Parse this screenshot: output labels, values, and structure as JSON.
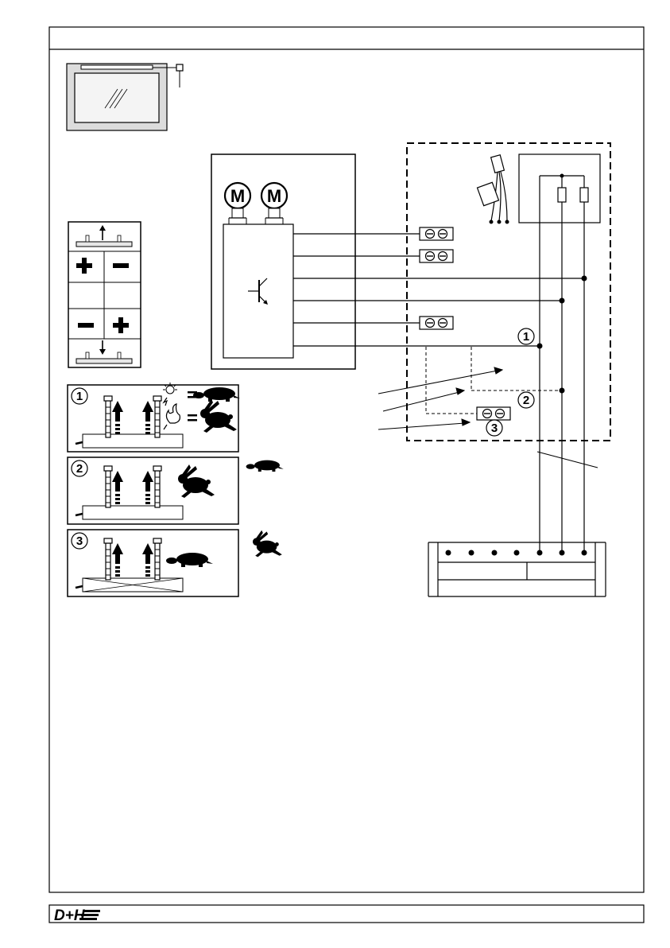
{
  "brand": {
    "logo_text": "D+H"
  },
  "motors": {
    "label_1": "M",
    "label_2": "M"
  },
  "markers": {
    "one": "1",
    "two": "2",
    "three": "3"
  },
  "colors": {
    "ink": "#000000",
    "window_frame": "#dcdcdc",
    "glass": "#f4f4f4"
  },
  "icons": [
    "window-icon",
    "motor-icon",
    "transistor-icon",
    "terminal-block-icon",
    "up-arrow-icon",
    "down-arrow-icon",
    "plus-icon",
    "minus-icon",
    "sun-icon",
    "fire-icon",
    "turtle-icon",
    "rabbit-icon",
    "sensor-cable-icon",
    "resistor-icon"
  ]
}
